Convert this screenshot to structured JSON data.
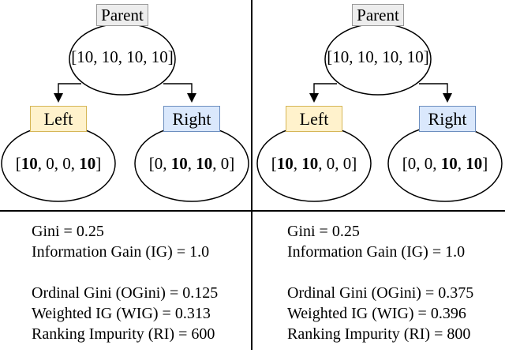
{
  "colors": {
    "parent_fill": "#EDEDED",
    "parent_border": "#999999",
    "left_fill": "#FFF2CC",
    "left_border": "#D6B656",
    "right_fill": "#DAE8FC",
    "right_border": "#6C8EBF",
    "line": "#000000"
  },
  "panels": [
    {
      "parent": {
        "label": "Parent",
        "dist": {
          "values": [
            "10",
            "10",
            "10",
            "10"
          ],
          "bold": []
        }
      },
      "left_child": {
        "label": "Left",
        "dist": {
          "values": [
            "10",
            "0",
            "0",
            "10"
          ],
          "bold": [
            0,
            3
          ]
        }
      },
      "right_child": {
        "label": "Right",
        "dist": {
          "values": [
            "0",
            "10",
            "10",
            "0"
          ],
          "bold": [
            1,
            2
          ]
        }
      },
      "metrics_classic": [
        "Gini = 0.25",
        "Information Gain (IG) = 1.0"
      ],
      "metrics_ordinal": [
        "Ordinal Gini (OGini) = 0.125",
        "Weighted IG (WIG) = 0.313",
        "Ranking Impurity (RI) = 600"
      ]
    },
    {
      "parent": {
        "label": "Parent",
        "dist": {
          "values": [
            "10",
            "10",
            "10",
            "10"
          ],
          "bold": []
        }
      },
      "left_child": {
        "label": "Left",
        "dist": {
          "values": [
            "10",
            "10",
            "0",
            "0"
          ],
          "bold": [
            0,
            1
          ]
        }
      },
      "right_child": {
        "label": "Right",
        "dist": {
          "values": [
            "0",
            "0",
            "10",
            "10"
          ],
          "bold": [
            2,
            3
          ]
        }
      },
      "metrics_classic": [
        "Gini = 0.25",
        "Information Gain (IG) = 1.0"
      ],
      "metrics_ordinal": [
        "Ordinal Gini (OGini) = 0.375",
        "Weighted IG (WIG) = 0.396",
        "Ranking Impurity (RI) = 800"
      ]
    }
  ]
}
